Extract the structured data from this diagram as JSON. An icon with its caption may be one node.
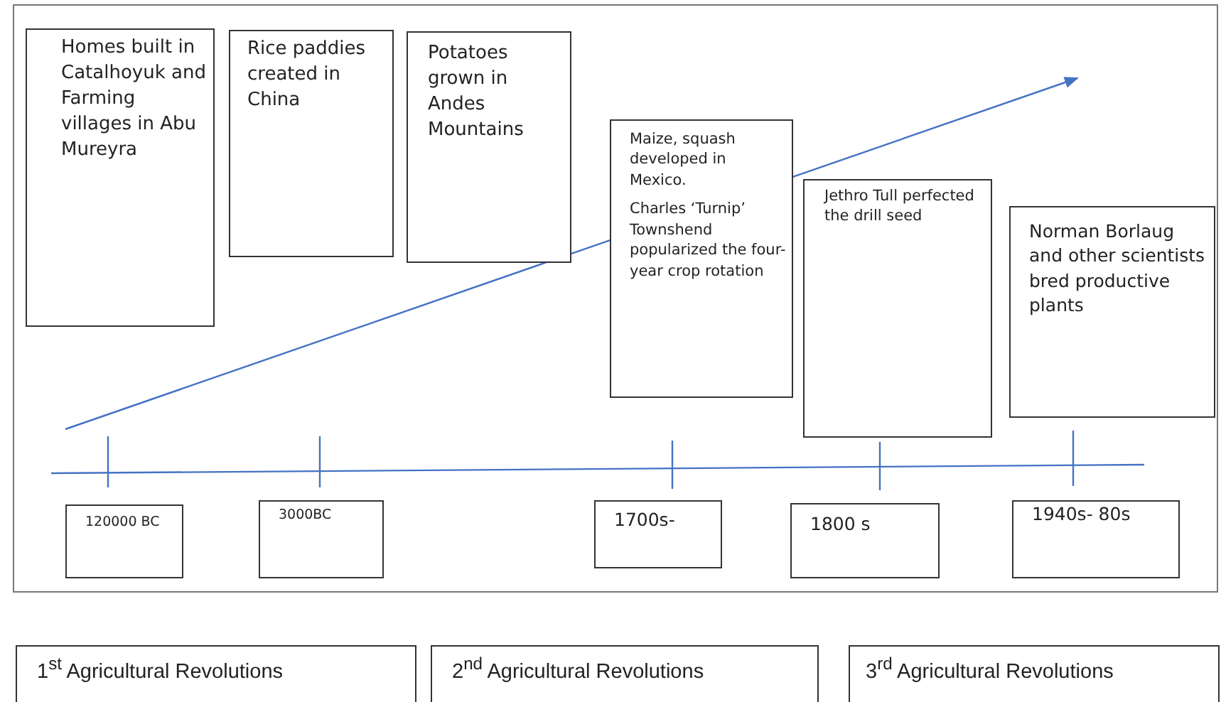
{
  "diagram": {
    "nodes": [
      {
        "text": [],
        "shape": "box"
      },
      {
        "text": [
          "Homes built in Catalhoyuk and Farming villages in Abu Mureyra"
        ],
        "in": 0
      },
      {
        "text": [
          "Rice paddies created in China"
        ],
        "in": 0
      },
      {
        "text": [
          "Potatoes grown in Andes Mountains"
        ],
        "in": 0
      },
      {
        "text": [
          "Maize, squash developed in Mexico.",
          "Charles ‘Turnip’ Townshend popularized the four-year crop rotation"
        ],
        "in": 0
      },
      {
        "text": [
          "Jethro Tull perfected the drill seed"
        ],
        "in": 0
      },
      {
        "text": [
          "Norman Borlaug and other scientists bred productive plants"
        ],
        "in": 0
      },
      {
        "text": [
          "120000 BC"
        ],
        "in": 0
      },
      {
        "text": [
          "3000BC"
        ],
        "in": 0
      },
      {
        "text": [
          "1700s-"
        ],
        "in": 0
      },
      {
        "text": [
          "1800 s"
        ],
        "in": 0
      },
      {
        "text": [
          "1940s- 80s"
        ],
        "in": 0
      },
      {
        "text": [
          "1$^{st}$ Agricultural Revolutions"
        ]
      },
      {
        "text": [
          "2$^{nd}$ Agricultural Revolutions"
        ]
      },
      {
        "text": [
          "3$^{rd}$ Agricultural Revolutions"
        ]
      }
    ],
    "edges": []
  }
}
